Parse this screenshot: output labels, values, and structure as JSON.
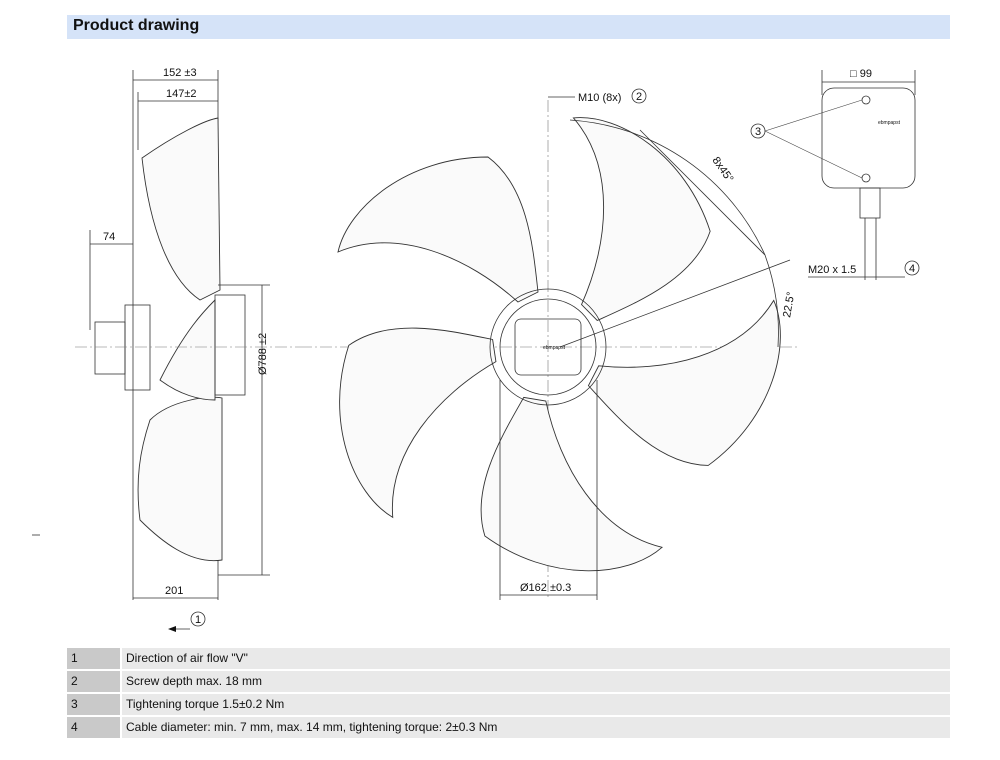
{
  "header": {
    "title": "Product drawing"
  },
  "drawing": {
    "dim_152": "152 ±3",
    "dim_147": "147±2",
    "dim_74": "74",
    "dim_201": "201",
    "dim_788": "Ø788 ±2",
    "dim_m10": "M10 (8x)",
    "dim_8x45": "8x45°",
    "dim_22_5": "22.5°",
    "dim_162": "Ø162 ±0.3",
    "dim_99": "□ 99",
    "dim_m20": "M20 x 1.5",
    "callout_1": "1",
    "callout_2": "2",
    "callout_3": "3",
    "callout_4": "4",
    "logo": "ebmpapst"
  },
  "notes": [
    {
      "num": "1",
      "text": "Direction of air flow \"V\""
    },
    {
      "num": "2",
      "text": "Screw depth max. 18 mm"
    },
    {
      "num": "3",
      "text": "Tightening torque 1.5±0.2 Nm"
    },
    {
      "num": "4",
      "text": "Cable diameter: min. 7 mm, max. 14 mm, tightening torque: 2±0.3 Nm"
    }
  ]
}
